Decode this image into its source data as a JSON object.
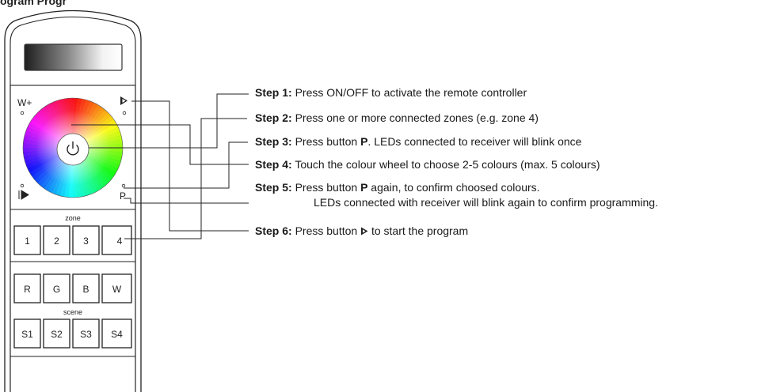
{
  "heading": "ogram Progr",
  "remote": {
    "w_plus": "W+",
    "p_label": "P",
    "zone_label": "zone",
    "scene_label": "scene",
    "zone_keys": [
      "1",
      "2",
      "3",
      "4"
    ],
    "color_keys": [
      "R",
      "G",
      "B",
      "W"
    ],
    "scene_keys": [
      "S1",
      "S2",
      "S3",
      "S4"
    ],
    "power_icon": "power-icon",
    "play_icon": "play-icon"
  },
  "steps": [
    {
      "label": "Step 1:",
      "text": "Press ON/OFF to activate the remote controller"
    },
    {
      "label": "Step 2:",
      "text": "Press one or more connected zones (e.g. zone 4)"
    },
    {
      "label": "Step 3:",
      "pre": "Press button ",
      "key": "P",
      "post": ". LEDs connected to receiver will blink once"
    },
    {
      "label": "Step 4:",
      "text": "Touch the colour wheel to choose 2-5 colours (max. 5 colours)"
    },
    {
      "label": "Step 5:",
      "pre": "Press button ",
      "key": "P",
      "post": " again, to confirm choosed colours.",
      "line2": "LEDs connected with receiver will blink again to confirm programming."
    },
    {
      "label": "Step 6:",
      "pre": "Press button ",
      "post": " to start the program"
    }
  ]
}
